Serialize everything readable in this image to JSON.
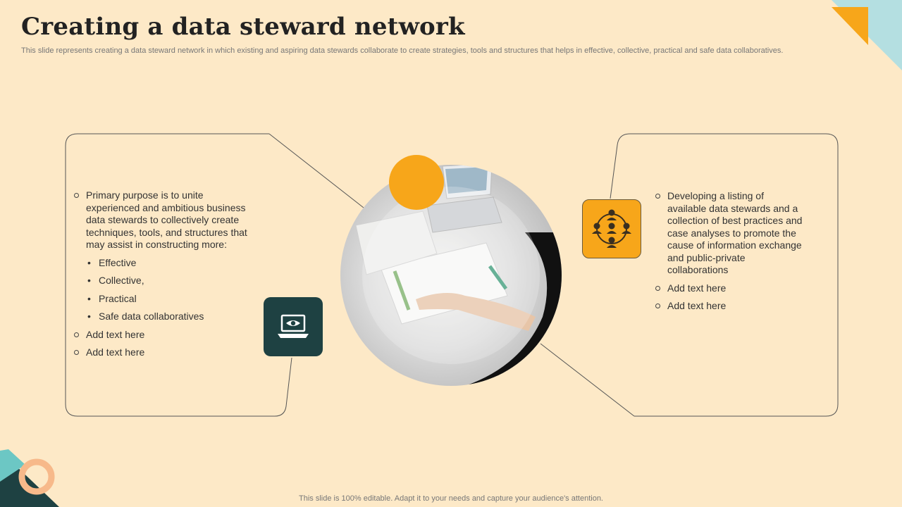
{
  "header": {
    "title": "Creating a data steward network",
    "subtitle": "This slide represents creating a data steward network in which existing and aspiring data stewards collaborate to create strategies, tools and structures that helps in effective,  collective, practical and safe data collaboratives."
  },
  "left_panel": {
    "intro": "Primary purpose is to unite experienced and ambitious business data stewards to collectively create techniques, tools, and structures that may assist in constructing more:",
    "bullets": [
      "Effective",
      "Collective,",
      "Practical",
      "Safe data collaboratives"
    ],
    "extra_items": [
      "Add text here",
      "Add text here"
    ],
    "icon": "monitor-eye-icon"
  },
  "right_panel": {
    "intro": "Developing  a listing of available data stewards and a collection of best practices and case analyses to promote the cause of information exchange and public-private collaborations",
    "extra_items": [
      "Add text here",
      "Add text here"
    ],
    "icon": "people-network-icon"
  },
  "footer": {
    "note": "This slide is 100% editable. Adapt it to your needs and capture your audience's attention."
  },
  "colors": {
    "background": "#fde9c7",
    "orange": "#f7a61a",
    "dark_teal": "#1e4142",
    "teal": "#6cc7c4",
    "light_blue": "#b4dfe1",
    "peach": "#f7b98a"
  }
}
